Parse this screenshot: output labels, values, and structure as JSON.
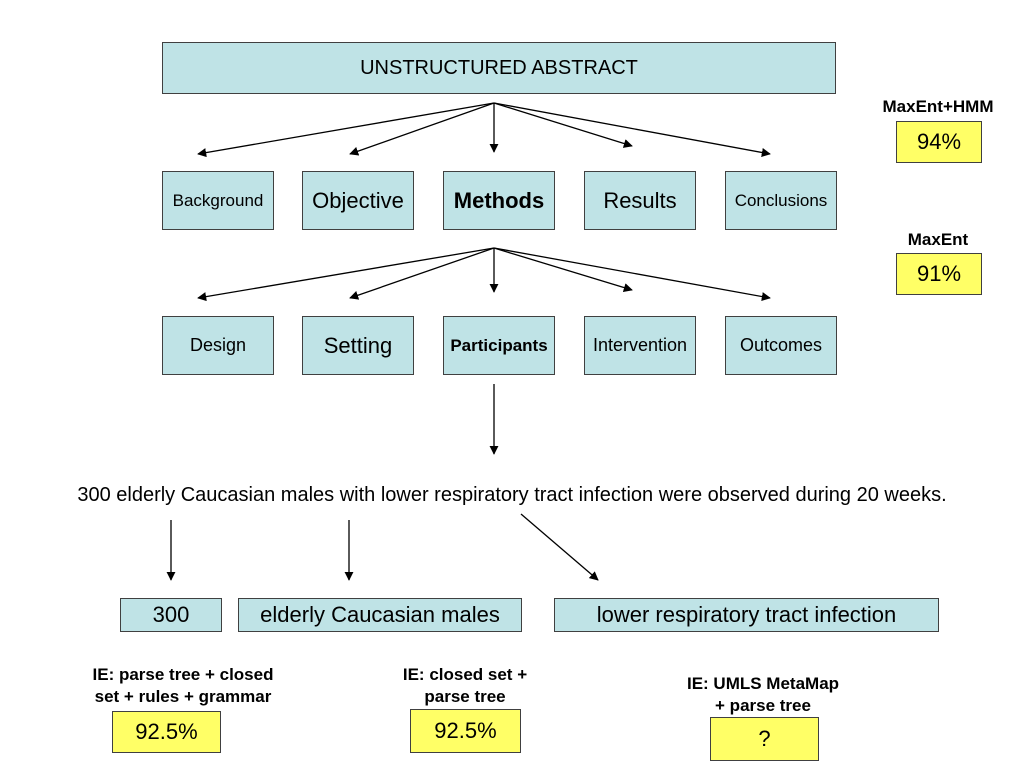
{
  "root": "UNSTRUCTURED ABSTRACT",
  "sections": [
    "Background",
    "Objective",
    "Methods",
    "Results",
    "Conclusions"
  ],
  "method_subsections": [
    "Design",
    "Setting",
    "Participants",
    "Intervention",
    "Outcomes"
  ],
  "sentence": "300 elderly Caucasian males with lower respiratory tract infection were observed during 20 weeks.",
  "extracted": [
    "300",
    "elderly Caucasian males",
    "lower respiratory tract infection"
  ],
  "scores": [
    {
      "label": "MaxEnt+HMM",
      "value": "94%"
    },
    {
      "label": "MaxEnt",
      "value": "91%"
    }
  ],
  "ie_methods": [
    {
      "label": "IE: parse tree  + closed\nset + rules + grammar",
      "value": "92.5%"
    },
    {
      "label": "IE: closed set +\nparse tree",
      "value": "92.5%"
    },
    {
      "label": "IE: UMLS MetaMap\n+ parse tree",
      "value": "?"
    }
  ],
  "colors": {
    "box_fill": "#bfe3e6",
    "score_fill": "#ffff66"
  }
}
